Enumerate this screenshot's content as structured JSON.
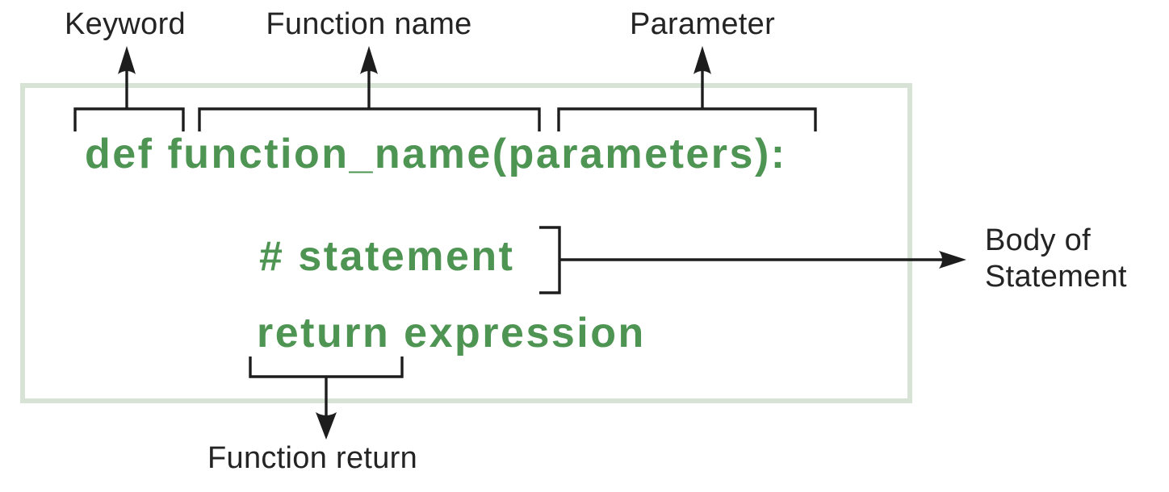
{
  "annotations": {
    "keyword": "Keyword",
    "function_name": "Function name",
    "parameter": "Parameter",
    "body_line1": "Body of",
    "body_line2": "Statement",
    "function_return": "Function return"
  },
  "code": {
    "definition": "def function_name(parameters):",
    "statement": "# statement",
    "return_statement": "return expression"
  },
  "colors": {
    "code_green": "#4E9452",
    "box_border_green": "#D6E3D5",
    "annotation_ink": "#242424"
  }
}
